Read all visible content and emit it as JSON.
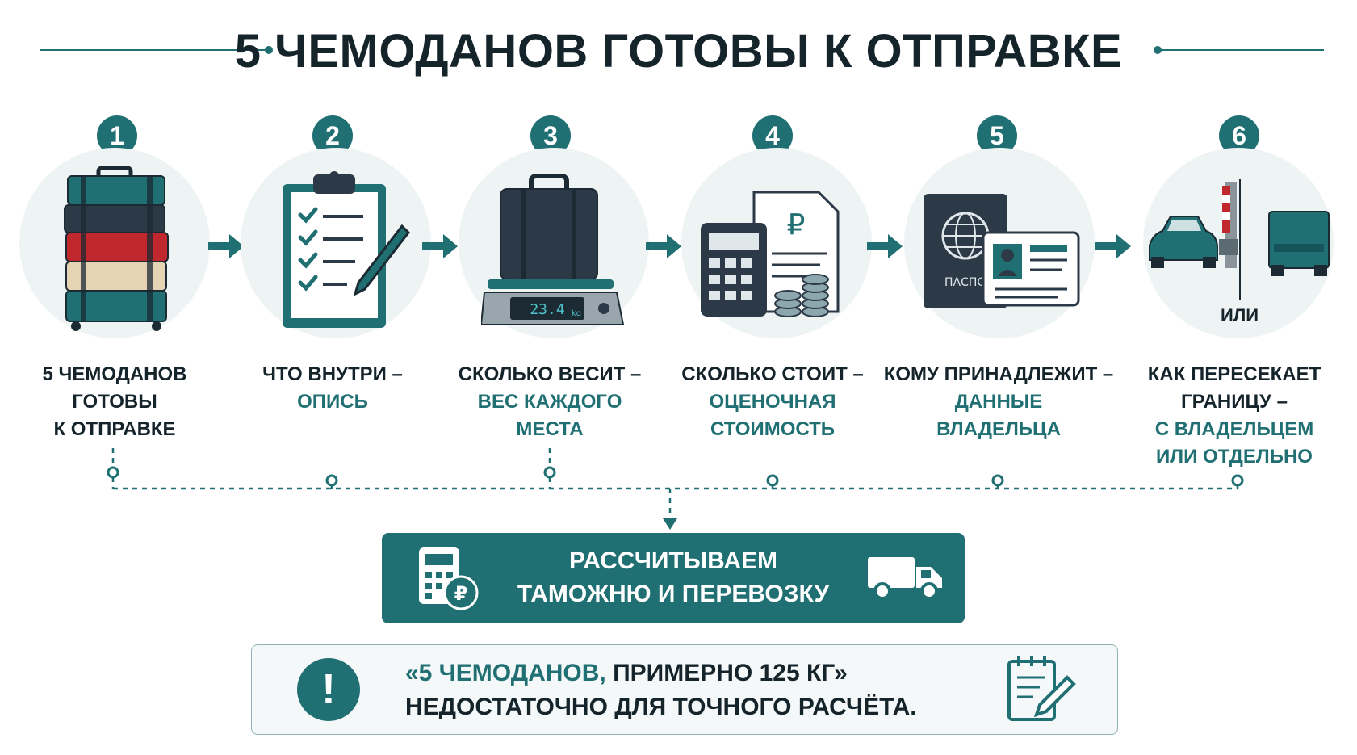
{
  "title": "5 ЧЕМОДАНОВ ГОТОВЫ К ОТПРАВКЕ",
  "steps": [
    {
      "number": "1",
      "icon": "suitcase-stack-icon",
      "lines": [
        "5 ЧЕМОДАНОВ",
        "ГОТОВЫ",
        "К ОТПРАВКЕ"
      ],
      "answer": []
    },
    {
      "number": "2",
      "icon": "clipboard-checklist-icon",
      "lines": [
        "ЧТО ВНУТРИ –"
      ],
      "answer": [
        "ОПИСЬ"
      ]
    },
    {
      "number": "3",
      "icon": "suitcase-scale-icon",
      "lines": [
        "СКОЛЬКО ВЕСИТ –"
      ],
      "answer": [
        "ВЕС КАЖДОГО",
        "МЕСТА"
      ],
      "scale_reading": "23.4",
      "scale_unit": "kg"
    },
    {
      "number": "4",
      "icon": "calculator-invoice-icon",
      "lines": [
        "СКОЛЬКО СТОИТ –"
      ],
      "answer": [
        "ОЦЕНОЧНАЯ",
        "СТОИМОСТЬ"
      ],
      "document_symbol": "₽"
    },
    {
      "number": "5",
      "icon": "passport-id-card-icon",
      "lines": [
        "КОМУ ПРИНАДЛЕЖИТ –"
      ],
      "answer": [
        "ДАННЫЕ",
        "ВЛАДЕЛЬЦА"
      ],
      "passport_text": "ПАСПОР"
    },
    {
      "number": "6",
      "icon": "car-border-truck-icon",
      "lines": [
        "КАК ПЕРЕСЕКАЕТ",
        "ГРАНИЦУ –"
      ],
      "answer": [
        "С ВЛАДЕЛЬЦЕМ",
        "ИЛИ ОТДЕЛЬНО"
      ],
      "or_label": "ИЛИ"
    }
  ],
  "banner": {
    "line1": "РАССЧИТЫВАЕМ",
    "line2": "ТАМОЖНЮ И ПЕРЕВОЗКУ",
    "icon_left": "calculator-ruble-icon",
    "icon_right": "truck-icon",
    "ruble_symbol": "₽"
  },
  "note": {
    "quote": "«5 ЧЕМОДАНОВ,",
    "rest_line1": " ПРИМЕРНО 125 КГ»",
    "line2": "НЕДОСТАТОЧНО ДЛЯ ТОЧНОГО РАСЧЁТА.",
    "icon_left": "exclamation-icon",
    "icon_right": "notepad-pen-icon",
    "exclamation_symbol": "!"
  },
  "colors": {
    "accent": "#1f6f73",
    "dark": "#15232b",
    "circle_bg": "#eef3f3",
    "suitcase_red": "#c0282d",
    "suitcase_beige": "#e6d3b4",
    "suitcase_navy": "#2c3a47"
  }
}
